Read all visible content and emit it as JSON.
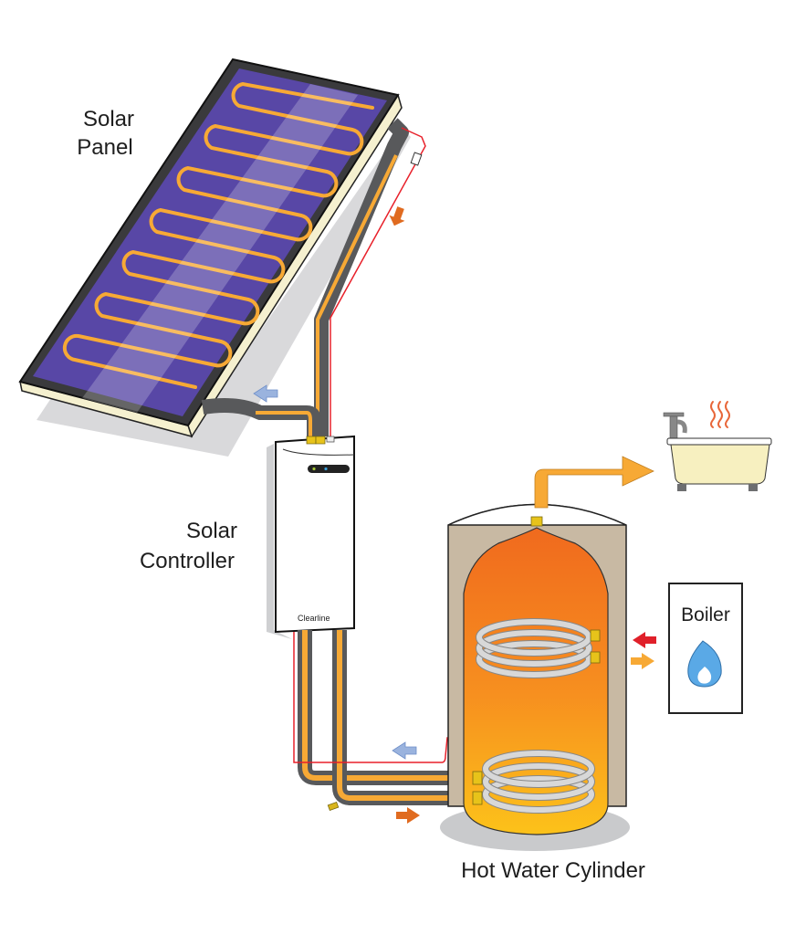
{
  "labels": {
    "solar_panel_line1": "Solar",
    "solar_panel_line2": "Panel",
    "controller_line1": "Solar",
    "controller_line2": "Controller",
    "boiler": "Boiler",
    "cylinder": "Hot Water Cylinder",
    "controller_brand": "Clearline"
  },
  "colors": {
    "panel_glass": "#5847a6",
    "pipe_orange": "#f7a935",
    "pipe_insulation": "#58595b",
    "sensor_wire": "#e8202a",
    "cold_arrow": "#9ab3de",
    "hot_arrow": "#e06b20",
    "return_arrow_red": "#e0202a",
    "tank_top": "#f06a1e",
    "tank_bottom": "#fbbf1a",
    "tank_jacket": "#c8b9a3",
    "coil": "#d8d8d8",
    "bath": "#f7f0c0",
    "flame": "#5aa9e6"
  },
  "components": [
    {
      "id": "solar-panel",
      "name": "Solar Panel"
    },
    {
      "id": "solar-controller",
      "name": "Solar Controller"
    },
    {
      "id": "hot-water-cylinder",
      "name": "Hot Water Cylinder"
    },
    {
      "id": "boiler",
      "name": "Boiler"
    },
    {
      "id": "bath",
      "name": "Bath"
    }
  ],
  "flows": [
    {
      "from": "solar-panel",
      "to": "solar-controller",
      "type": "hot"
    },
    {
      "from": "solar-controller",
      "to": "solar-panel",
      "type": "cold"
    },
    {
      "from": "solar-controller",
      "to": "hot-water-cylinder",
      "type": "hot"
    },
    {
      "from": "hot-water-cylinder",
      "to": "solar-controller",
      "type": "cold"
    },
    {
      "from": "boiler",
      "to": "hot-water-cylinder",
      "type": "hot"
    },
    {
      "from": "hot-water-cylinder",
      "to": "boiler",
      "type": "return"
    },
    {
      "from": "hot-water-cylinder",
      "to": "bath",
      "type": "hot"
    }
  ]
}
